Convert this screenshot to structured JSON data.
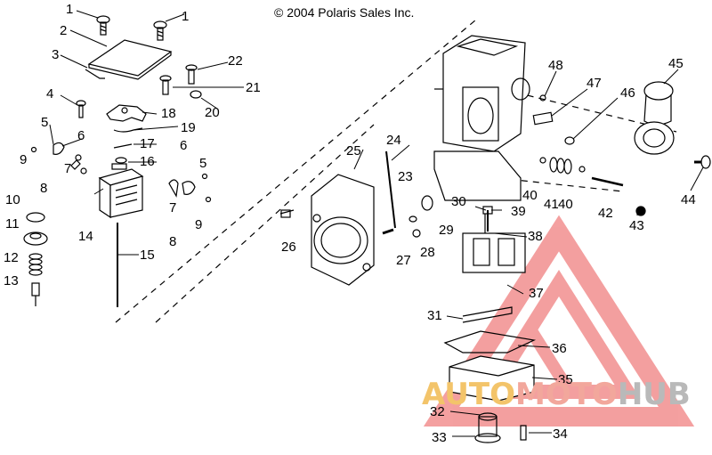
{
  "copyright": "© 2004 Polaris Sales Inc.",
  "callouts": [
    "1",
    "1",
    "2",
    "3",
    "4",
    "5",
    "6",
    "7",
    "8",
    "9",
    "10",
    "11",
    "12",
    "13",
    "14",
    "15",
    "16",
    "17",
    "18",
    "19",
    "20",
    "21",
    "22",
    "5",
    "6",
    "7",
    "8",
    "9",
    "23",
    "24",
    "25",
    "26",
    "27",
    "28",
    "29",
    "30",
    "31",
    "32",
    "33",
    "34",
    "35",
    "36",
    "37",
    "38",
    "39",
    "40",
    "40",
    "41",
    "42",
    "43",
    "44",
    "45",
    "46",
    "47",
    "48"
  ],
  "watermark": {
    "part1": "AUTO",
    "part2": "MOTO",
    "part3": "HUB"
  },
  "colors": {
    "line": "#000000",
    "watermark_red": "#f08080",
    "watermark_yellow": "#f3c46a",
    "watermark_gray": "#b9b9b9"
  }
}
